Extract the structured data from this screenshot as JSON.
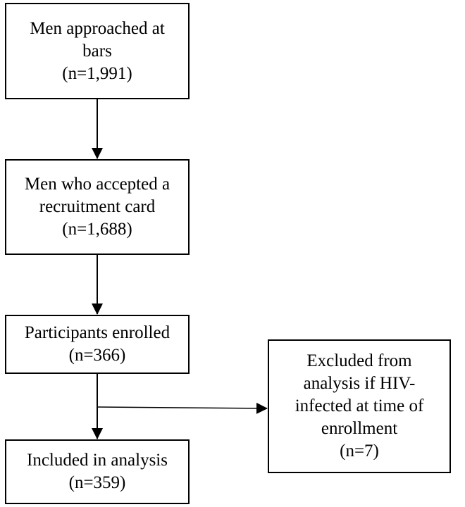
{
  "flowchart": {
    "approached": {
      "line1": "Men approached at",
      "line2": "bars",
      "count": "(n=1,991)"
    },
    "accepted": {
      "line1": "Men who accepted a",
      "line2": "recruitment card",
      "count": "(n=1,688)"
    },
    "enrolled": {
      "line1": "Participants enrolled",
      "count": "(n=366)"
    },
    "excluded": {
      "line1": "Excluded from",
      "line2": "analysis if HIV-",
      "line3": "infected at time of",
      "line4": "enrollment",
      "count": "(n=7)"
    },
    "included": {
      "line1": "Included in analysis",
      "count": "(n=359)"
    }
  },
  "colors": {
    "stroke": "#000000",
    "background": "#ffffff"
  }
}
